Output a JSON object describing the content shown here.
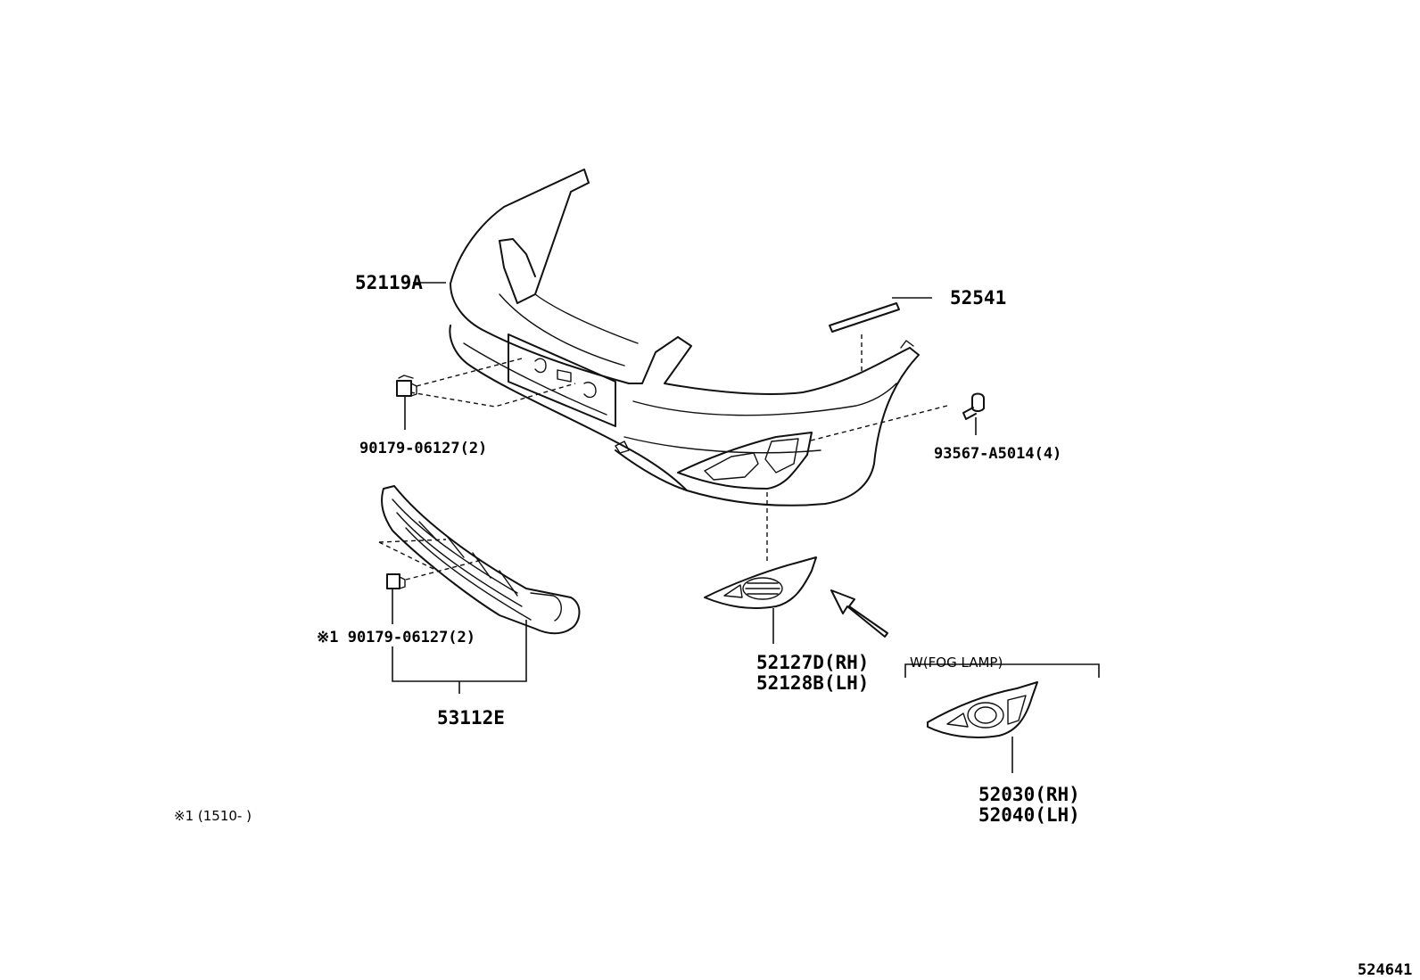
{
  "labels": {
    "bumper_cover": "52119A",
    "strip": "52541",
    "clip_upper": "90179-06127(2)",
    "screw": "93567-A5014(4)",
    "clip_lower": "※1 90179-06127(2)",
    "grille": "53112E",
    "cover_rh": "52127D(RH)",
    "cover_lh": "52128B(LH)",
    "fog_condition": "W(FOG LAMP)",
    "fog_rh": "52030(RH)",
    "fog_lh": "52040(LH)",
    "footnote": "※1 (1510-      )",
    "diagram_id": "524641"
  }
}
